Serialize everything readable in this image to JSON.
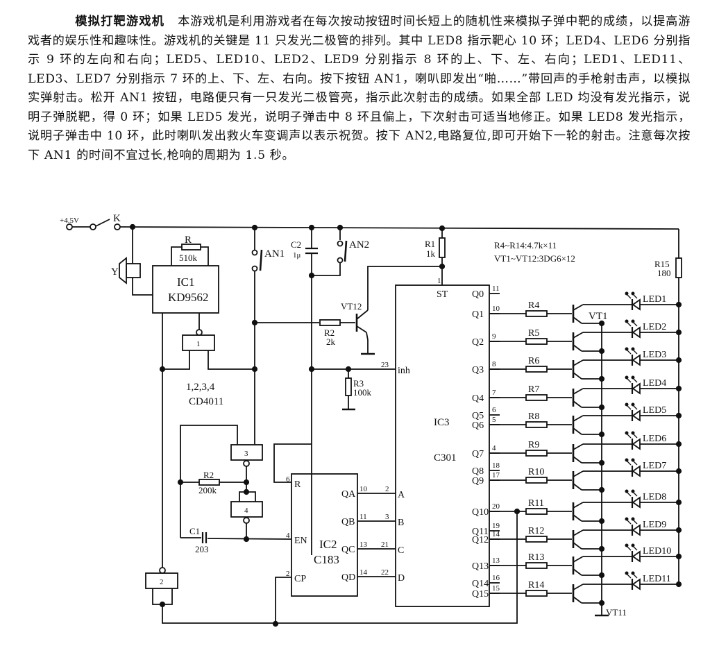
{
  "article": {
    "title": "模拟打靶游戏机",
    "body": "本游戏机是利用游戏者在每次按动按钮时间长短上的随机性来模拟子弹中靶的成绩，以提高游戏者的娱乐性和趣味性。游戏机的关键是 11 只发光二极管的排列。其中 LED8 指示靶心 10 环；LED4、LED6 分别指示 9 环的左向和右向；LED5、LED10、LED2、LED9 分别指示 8 环的上、下、左、右向；LED1、LED11、LED3、LED7 分别指示 7 环的上、下、左、右向。按下按钮 AN1，喇叭即发出“啪……”带回声的手枪射击声，以模拟实弹射击。松开 AN1 按钮，电路便只有一只发光二极管亮，指示此次射击的成绩。如果全部 LED 均没有发光指示，说明子弹脱靶，得 0 环；如果 LED5 发光，说明子弹击中 8 环且偏上，下次射击可适当地修正。如果 LED8 发光指示，说明子弹击中 10 环，此时喇叭发出救火车变调声以表示祝贺。按下 AN2,电路复位,即可开始下一轮的射击。注意每次按下 AN1 的时间不宜过长,枪响的周期为 1.5 秒。"
  },
  "schematic": {
    "power": {
      "voltage": "+4.5V",
      "switch": "K"
    },
    "speaker": "Y",
    "ic1": {
      "ref": "IC1",
      "part": "KD9562",
      "resistor_ref": "R",
      "resistor_val": "510k"
    },
    "buttons": {
      "an1": "AN1",
      "an2": "AN2"
    },
    "c2": {
      "ref": "C2",
      "val": "1μ"
    },
    "r1": {
      "ref": "R1",
      "val": "1k"
    },
    "vt12": "VT12",
    "r2_base": {
      "ref": "R2",
      "val": "2k"
    },
    "r3": {
      "ref": "R3",
      "val": "100k"
    },
    "gates": {
      "g1": "1",
      "g2": "2",
      "g3": "3",
      "g4": "4",
      "label_a": "1,2,3,4",
      "label_b": "CD4011"
    },
    "r2_osc": {
      "ref": "R2",
      "val": "200k"
    },
    "c1": {
      "ref": "C1",
      "val": "203"
    },
    "ic2": {
      "ref": "IC2",
      "part": "C183",
      "pins_left": [
        {
          "name": "R",
          "num": "6"
        },
        {
          "name": "EN",
          "num": "4"
        },
        {
          "name": "CP",
          "num": "2"
        }
      ],
      "pins_right": [
        {
          "name": "QA",
          "num": "10"
        },
        {
          "name": "QB",
          "num": "11"
        },
        {
          "name": "QC",
          "num": "13"
        },
        {
          "name": "QD",
          "num": "14"
        }
      ]
    },
    "ic3": {
      "ref": "IC3",
      "part": "C301",
      "st": {
        "name": "ST",
        "num": "1"
      },
      "inh": {
        "name": "inh",
        "num": "23"
      },
      "inputs": [
        {
          "name": "A",
          "num": "2"
        },
        {
          "name": "B",
          "num": "3"
        },
        {
          "name": "C",
          "num": "21"
        },
        {
          "name": "D",
          "num": "22"
        }
      ],
      "outputs": [
        {
          "name": "Q0",
          "num": "11"
        },
        {
          "name": "Q1",
          "num": "10"
        },
        {
          "name": "Q2",
          "num": "9"
        },
        {
          "name": "Q3",
          "num": "8"
        },
        {
          "name": "Q4",
          "num": "7"
        },
        {
          "name": "Q5",
          "num": "6"
        },
        {
          "name": "Q6",
          "num": "5"
        },
        {
          "name": "Q7",
          "num": "4"
        },
        {
          "name": "Q8",
          "num": "18"
        },
        {
          "name": "Q9",
          "num": "17"
        },
        {
          "name": "Q10",
          "num": "20"
        },
        {
          "name": "Q11",
          "num": "19"
        },
        {
          "name": "Q12",
          "num": "14"
        },
        {
          "name": "Q13",
          "num": "13"
        },
        {
          "name": "Q14",
          "num": "16"
        },
        {
          "name": "Q15",
          "num": "15"
        }
      ]
    },
    "notes": {
      "line1": "R4~R14:4.7k×11",
      "line2": "VT1~VT12:3DG6×12"
    },
    "r15": {
      "ref": "R15",
      "val": "180"
    },
    "vt1": "VT1",
    "vt11": "VT11",
    "channels": [
      {
        "res": "R4",
        "led": "LED1"
      },
      {
        "res": "R5",
        "led": "LED2"
      },
      {
        "res": "R6",
        "led": "LED3"
      },
      {
        "res": "R7",
        "led": "LED4"
      },
      {
        "res": "R8",
        "led": "LED5"
      },
      {
        "res": "R9",
        "led": "LED6"
      },
      {
        "res": "R10",
        "led": "LED7"
      },
      {
        "res": "R11",
        "led": "LED8"
      },
      {
        "res": "R12",
        "led": "LED9"
      },
      {
        "res": "R13",
        "led": "LED10"
      },
      {
        "res": "R14",
        "led": "LED11"
      }
    ]
  }
}
